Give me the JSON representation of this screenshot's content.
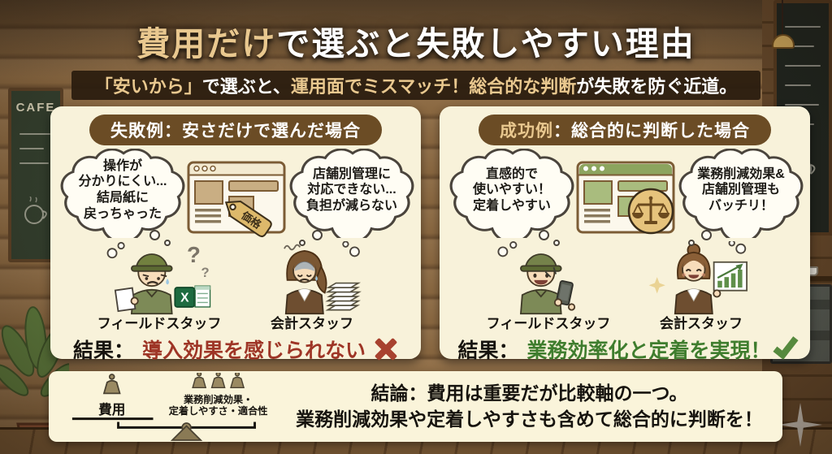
{
  "colors": {
    "title_highlight": "#e9c88f",
    "fail_accent": "#9e3526",
    "success_accent": "#3f7d2e",
    "panel_bg": "#f8f2da",
    "pill_bg": "#6b4c25"
  },
  "title": {
    "highlight": "費用だけ",
    "rest": "で選ぶと失敗しやすい理由"
  },
  "subtitle": {
    "seg1": "「安いから」",
    "seg2": "で選ぶと、",
    "seg3": "運用面でミスマッチ！総合的な判断",
    "seg4": "が失敗を防ぐ近道。"
  },
  "fail_panel": {
    "header": "失敗例：安さだけで選んだ場合",
    "bubble_left": "操作が\n分かりにくい...\n結局紙に\n戻っちゃった",
    "bubble_right": "店舗別管理に\n対応できない...\n負担が減らない",
    "price_tag": "価格",
    "excel_label": "X",
    "staff_field": "フィールドスタッフ",
    "staff_accounting": "会計スタッフ",
    "result_prefix": "結果：",
    "result_text": "導入効果を感じられない"
  },
  "success_panel": {
    "header_highlight": "成功例",
    "header_rest": "：総合的に判断した場合",
    "bubble_left": "直感的で\n使いやすい！\n定着しやすい",
    "bubble_right": "業務削減効果&\n店舗別管理も\nバッチリ！",
    "staff_field": "フィールドスタッフ",
    "staff_accounting": "会計スタッフ",
    "result_prefix": "結果：",
    "result_text": "業務効率化と定着を実現！"
  },
  "conclusion": {
    "scale_left_label": "費用",
    "scale_right_label1": "業務削減効果・",
    "scale_right_label2": "定着しやすさ・適合性",
    "line1": "結論：費用は重要だが比較軸の一つ。",
    "line2": "業務削減効果や定着しやすさも含めて総合的に判断を！"
  },
  "background": {
    "cafe_sign": "CAFE"
  }
}
